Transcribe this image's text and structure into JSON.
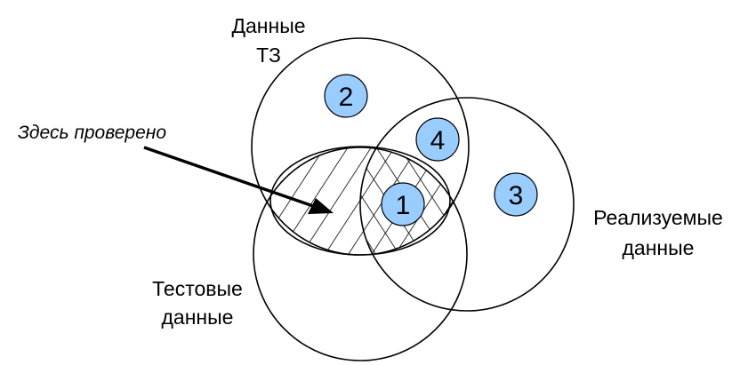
{
  "sets": {
    "spec": {
      "label_line1": "Данные",
      "label_line2": "ТЗ"
    },
    "implemented": {
      "label_line1": "Реализуемые",
      "label_line2": "данные"
    },
    "test": {
      "label_line1": "Тестовые",
      "label_line2": "данные"
    }
  },
  "annotation": {
    "text": "Здесь проверено"
  },
  "regions": [
    {
      "id": "1",
      "label": "1"
    },
    {
      "id": "2",
      "label": "2"
    },
    {
      "id": "3",
      "label": "3"
    },
    {
      "id": "4",
      "label": "4"
    }
  ],
  "colors": {
    "badge_fill": "#99ccff",
    "stroke": "#000000",
    "background": "#ffffff"
  }
}
